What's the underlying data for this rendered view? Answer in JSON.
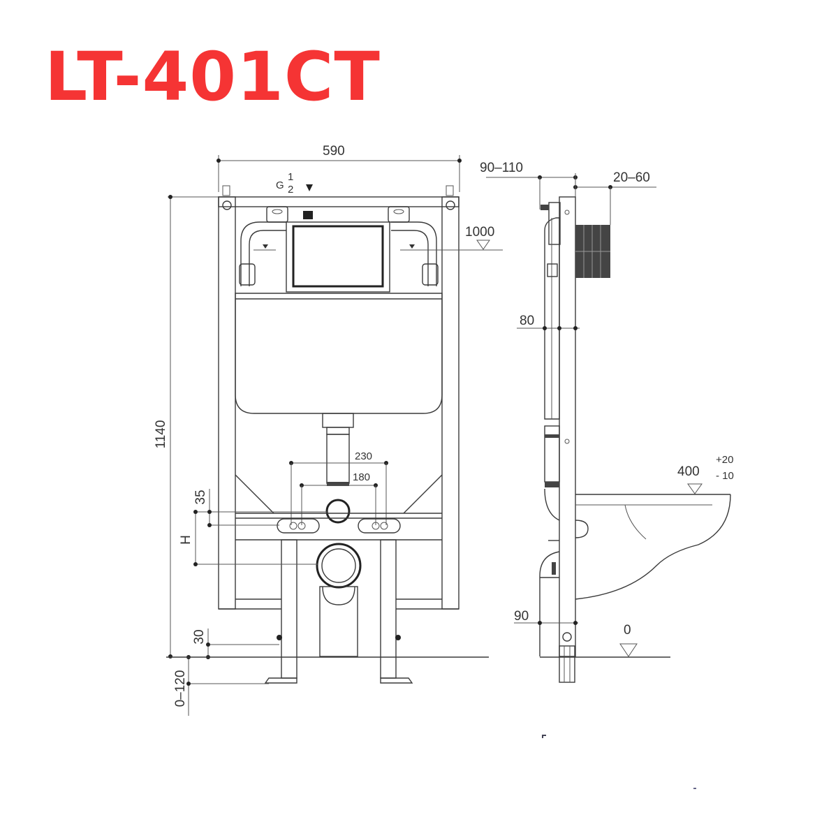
{
  "title": "LT-401CT",
  "colors": {
    "title": "#f53434",
    "line": "#3a3a3a",
    "text": "#333333",
    "background": "#ffffff"
  },
  "front_view": {
    "width_label": "590",
    "height_label": "1140",
    "flush_label_g": "G",
    "flush_label_1": "1",
    "flush_label_2": "2",
    "water_level_label": "1000",
    "bolt_outer_label": "230",
    "bolt_inner_label": "180",
    "offset_35_label": "35",
    "h_label": "H",
    "offset_30_label": "30",
    "leg_adjust_label": "0–120"
  },
  "side_view": {
    "depth_label": "90–110",
    "cover_label": "20–60",
    "pipe_offset_label": "80",
    "bottom_offset_label": "90",
    "floor_label": "0",
    "seat_height_label": "400",
    "seat_tol_plus": "+20",
    "seat_tol_minus": "- 10"
  }
}
